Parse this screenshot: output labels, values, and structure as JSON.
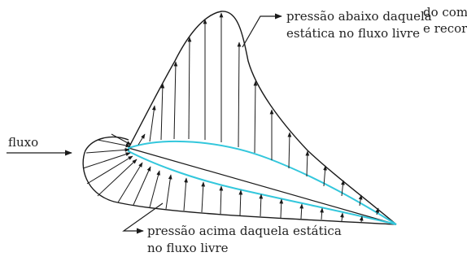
{
  "top_snippet": {
    "line1": "do com",
    "line2": "e recor-"
  },
  "labels": {
    "flow": "fluxo",
    "suction_line1": "pressão abaixo daquela",
    "suction_line2": "estática no fluxo livre",
    "pressure_line1": "pressão acima daquela estática",
    "pressure_line2": "no fluxo livre"
  },
  "colors": {
    "airfoil_outline": "#33c7dc",
    "ink": "#1a1a1a"
  }
}
